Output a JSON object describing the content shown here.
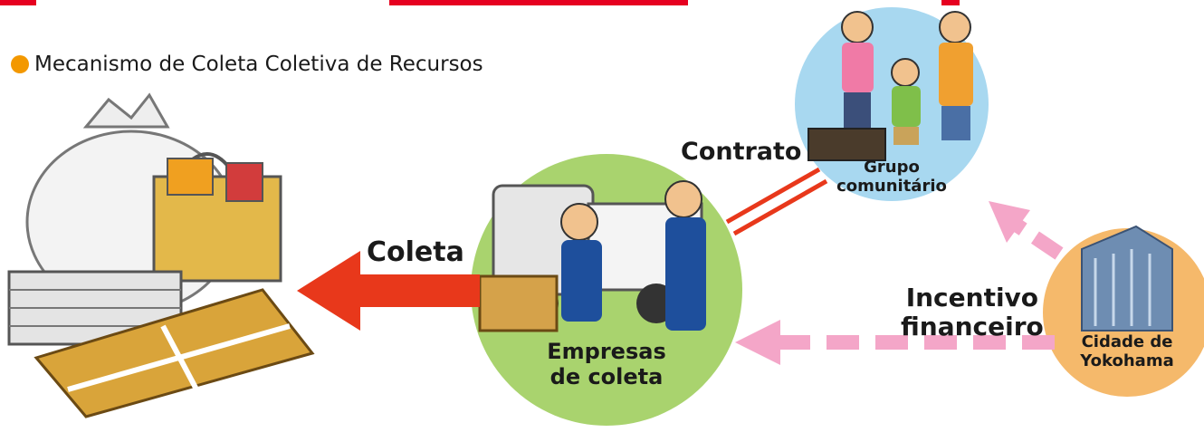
{
  "heading": "Mecanismo de Coleta Coletiva de Recursos",
  "labels": {
    "collection": "Coleta",
    "contract": "Contrato",
    "incentive_line1": "Incentivo",
    "incentive_line2": "financeiro"
  },
  "nodes": {
    "companies_line1": "Empresas",
    "companies_line2": "de coleta",
    "group_line1": "Grupo",
    "group_line2": "comunitário",
    "city_line1": "Cidade de",
    "city_line2": "Yokohama"
  },
  "colors": {
    "accent": "#e60020",
    "bullet": "#f39800",
    "collection_arrow": "#e8381b",
    "incentive_arrow": "#f4a6c8",
    "companies_circle": "#a9d36e",
    "group_circle": "#a8d8f0",
    "city_circle": "#f5b96b"
  }
}
